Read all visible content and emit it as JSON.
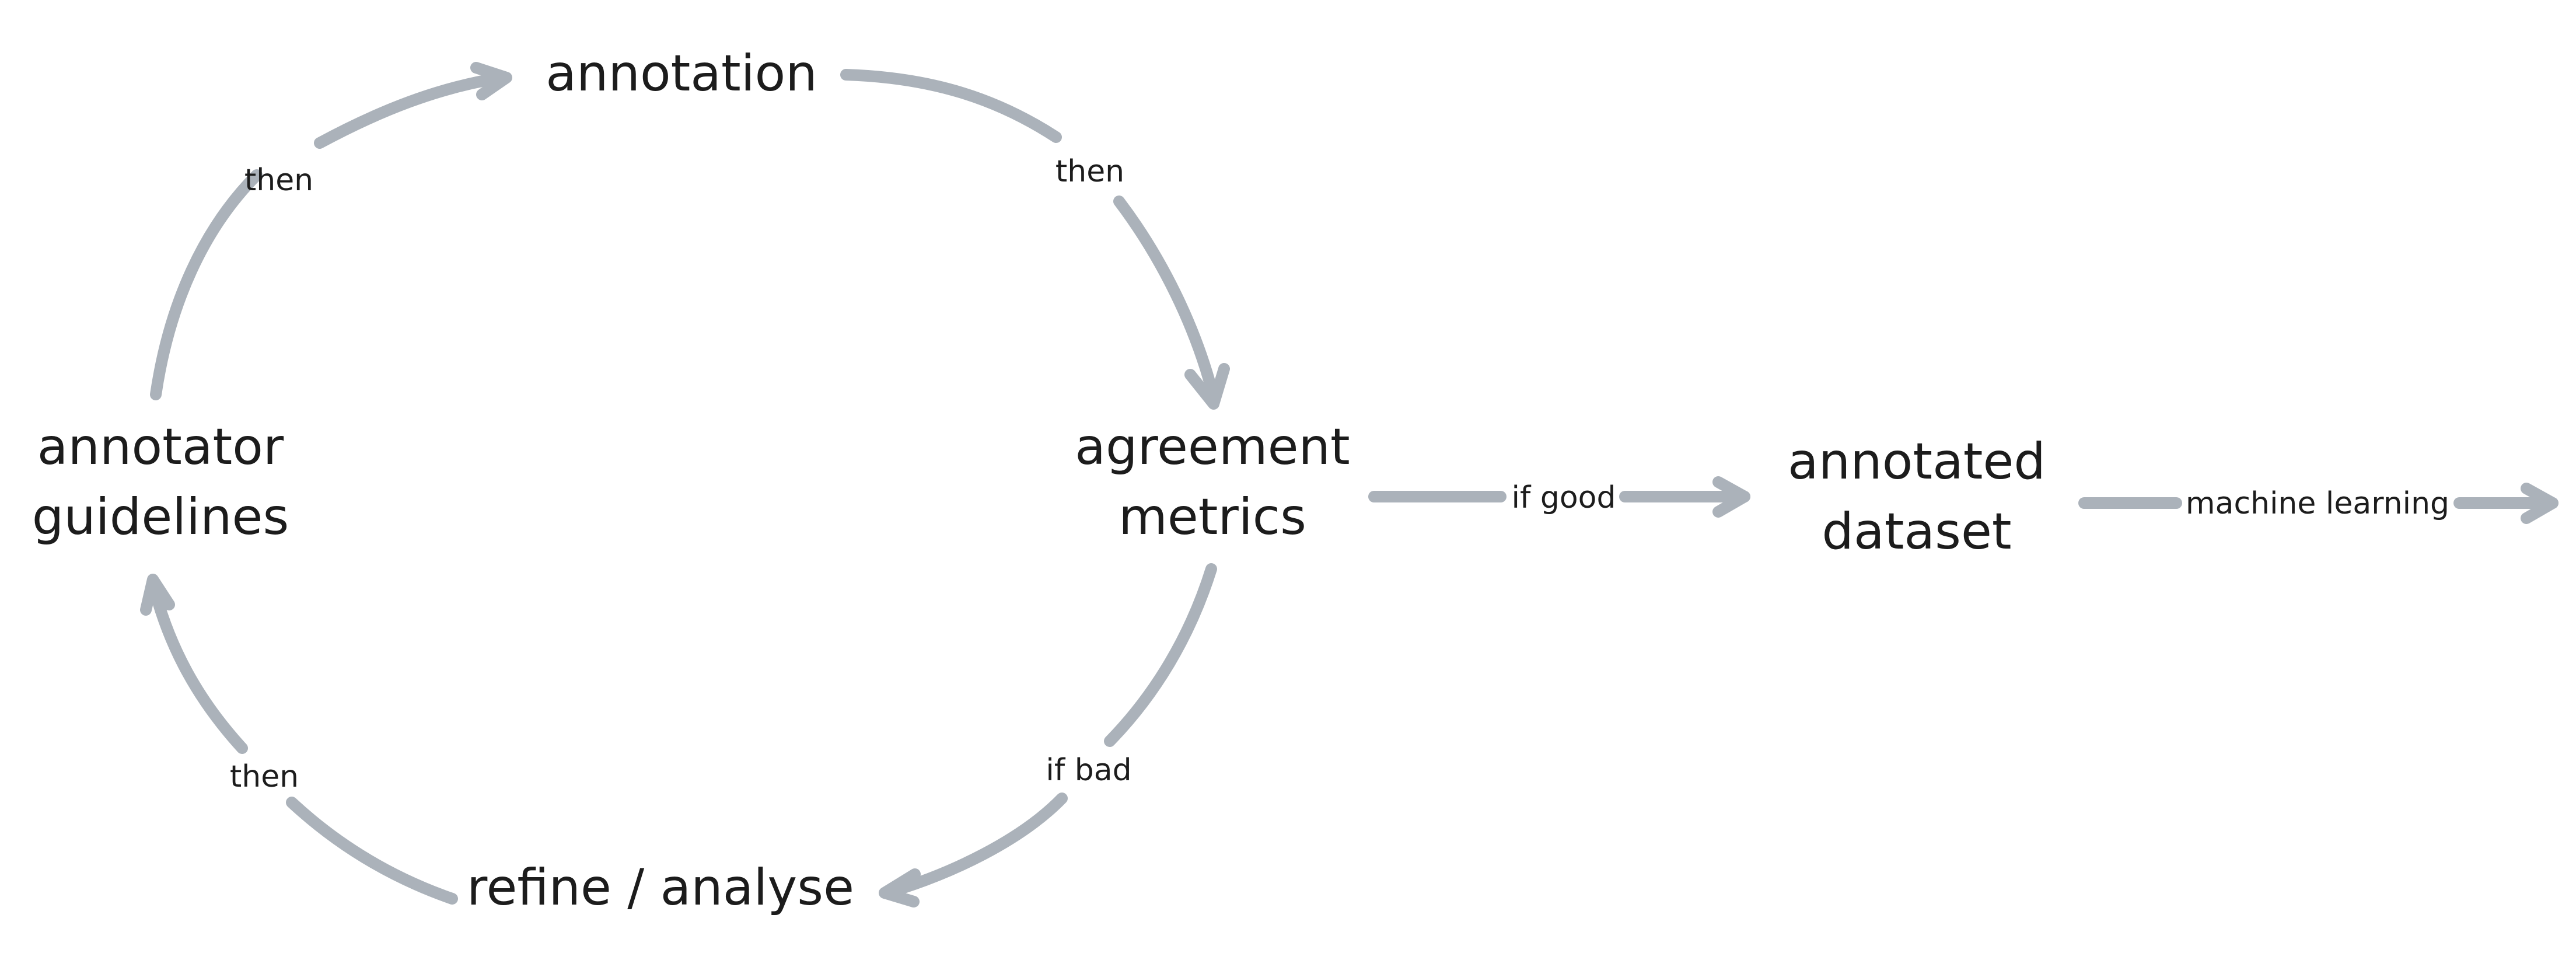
{
  "nodes": {
    "annotation": {
      "lines": [
        "annotation"
      ]
    },
    "agreement_metrics": {
      "lines": [
        "agreement",
        "metrics"
      ]
    },
    "refine_analyse": {
      "lines": [
        "refine / analyse"
      ]
    },
    "annotator_guidelines": {
      "lines": [
        "annotator",
        "guidelines"
      ]
    },
    "annotated_dataset": {
      "lines": [
        "annotated",
        "dataset"
      ]
    }
  },
  "edges": {
    "guidelines_to_annotation": {
      "label": "then"
    },
    "annotation_to_metrics": {
      "label": "then"
    },
    "metrics_to_refine": {
      "label": "if bad"
    },
    "refine_to_guidelines": {
      "label": "then"
    },
    "metrics_to_dataset": {
      "label": "if good"
    },
    "dataset_to_ml": {
      "label": "machine learning"
    }
  },
  "colors": {
    "edge": "#abb2ba",
    "text": "#1c1c1c",
    "background": "#ffffff"
  }
}
